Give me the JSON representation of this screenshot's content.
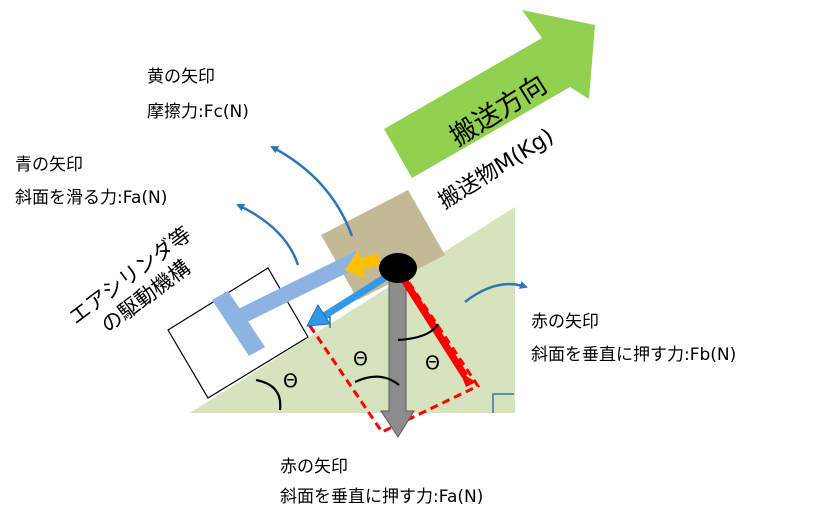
{
  "labels": {
    "yellow_title": "黄の矢印",
    "yellow_desc": "摩擦力:Fc(N)",
    "blue_title": "青の矢印",
    "blue_desc": "斜面を滑る力:Fa(N)",
    "red_right_title": "赤の矢印",
    "red_right_desc": "斜面を垂直に押す力:Fb(N)",
    "red_bottom_title": "赤の矢印",
    "red_bottom_desc": "斜面を垂直に押す力:Fa(N)",
    "direction": "搬送方向",
    "object": "搬送物M(Kg)",
    "drive_line1": "エアシリンダ等",
    "drive_line2": "の駆動機構",
    "theta": "Θ"
  },
  "colors": {
    "slope": "#d6e3bc",
    "direction_arrow": "#92d050",
    "object_box": "#c4b997",
    "blue_arrow": "#3399e6",
    "red_arrow": "#ff0000",
    "yellow_arrow": "#ffc000",
    "gravity_arrow": "#8c8c8c",
    "pointer_arrow": "#2e75b6",
    "cylinder_rod": "#8db3e2"
  }
}
